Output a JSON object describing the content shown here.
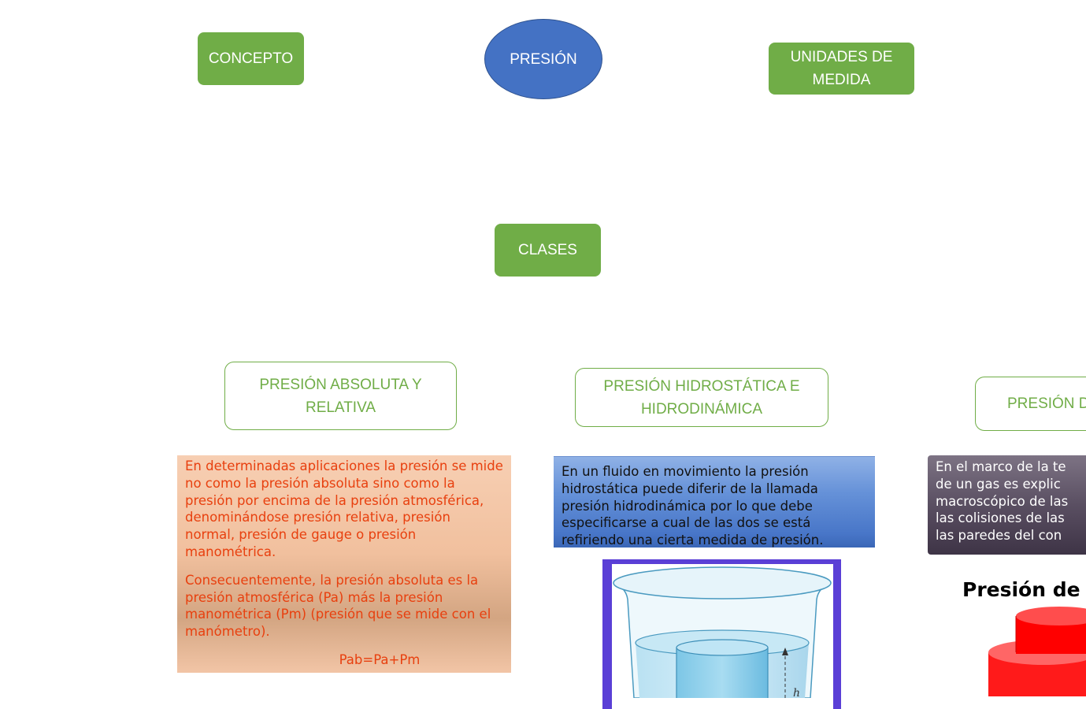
{
  "nodes": {
    "center": "PRESIÓN",
    "concept": "CONCEPTO",
    "units": "UNIDADES DE\nMEDIDA",
    "classes": "CLASES"
  },
  "subtopics": [
    {
      "label": "PRESIÓN  ABSOLUTA Y\nRELATIVA"
    },
    {
      "label": "PRESIÓN HIDROSTÁTICA  E\nHIDRODINÁMICA"
    },
    {
      "label": "PRESIÓN D"
    }
  ],
  "textboxes": {
    "absolute": {
      "paragraph1": "En determinadas aplicaciones la presión se mide no como la presión absoluta sino como la presión por encima de la presión atmosférica, denominándose presión relativa, presión normal, presión de gauge o presión manométrica.",
      "paragraph2": "Consecuentemente, la presión absoluta es la presión atmosférica (Pa) más la presión manométrica (Pm) (presión que se mide con el manómetro).",
      "formula": "Pab=Pa+Pm"
    },
    "hydro": {
      "text": "En un fluido en movimiento la presión hidrostática puede diferir de la llamada presión hidrodinámica por lo que debe especificarse a cual de las dos se está refiriendo una cierta medida de presión."
    },
    "gas": {
      "lines": [
        "En el marco de la te",
        "de un gas es explic",
        "macroscópico de las",
        "las colisiones de las",
        "las paredes del con"
      ]
    }
  },
  "images": {
    "beaker_label": "h",
    "gas_heading": "Presión de u"
  },
  "colors": {
    "green": "#70ad47",
    "blue": "#4472c4",
    "orange_text": "#e8400f"
  }
}
